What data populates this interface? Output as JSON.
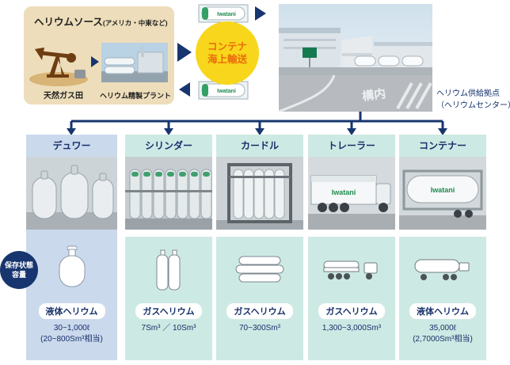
{
  "colors": {
    "navy": "#17356e",
    "teal_bg": "#cde9e3",
    "blue_bg": "#cbd9ec",
    "yellow_circle": "#f8d61b",
    "orange_text": "#e96c0c",
    "beige_box": "#edddba",
    "brand_green": "#1e8a4e"
  },
  "top": {
    "source": {
      "title": "ヘリウムソース",
      "subtitle": "(アメリカ・中東など)",
      "gas_field_label": "天然ガス田",
      "plant_label": "ヘリウム精製プラント"
    },
    "transport_circle": {
      "line1": "コンテナ",
      "line2": "海上輸送"
    },
    "container_brand": "Iwatani",
    "photo_road_marking": "構内",
    "supply_caption": {
      "line1": "ヘリウム供給拠点",
      "line2": "（ヘリウムセンター）"
    }
  },
  "storage_badge": {
    "line1": "保存状態",
    "line2": "容量"
  },
  "columns": [
    {
      "title": "デュワー",
      "type_label": "液体ヘリウム",
      "capacity1": "30~1,000ℓ",
      "capacity2": "(20~800Sm³相当)"
    },
    {
      "title": "シリンダー",
      "type_label": "ガスヘリウム",
      "capacity1": "7Sm³ ／ 10Sm³",
      "capacity2": ""
    },
    {
      "title": "カードル",
      "type_label": "ガスヘリウム",
      "capacity1": "70~300Sm³",
      "capacity2": ""
    },
    {
      "title": "トレーラー",
      "type_label": "ガスヘリウム",
      "capacity1": "1,300~3,000Sm³",
      "capacity2": ""
    },
    {
      "title": "コンテナー",
      "type_label": "液体ヘリウム",
      "capacity1": "35,000ℓ",
      "capacity2": "(2,7000Sm³相当)"
    }
  ]
}
